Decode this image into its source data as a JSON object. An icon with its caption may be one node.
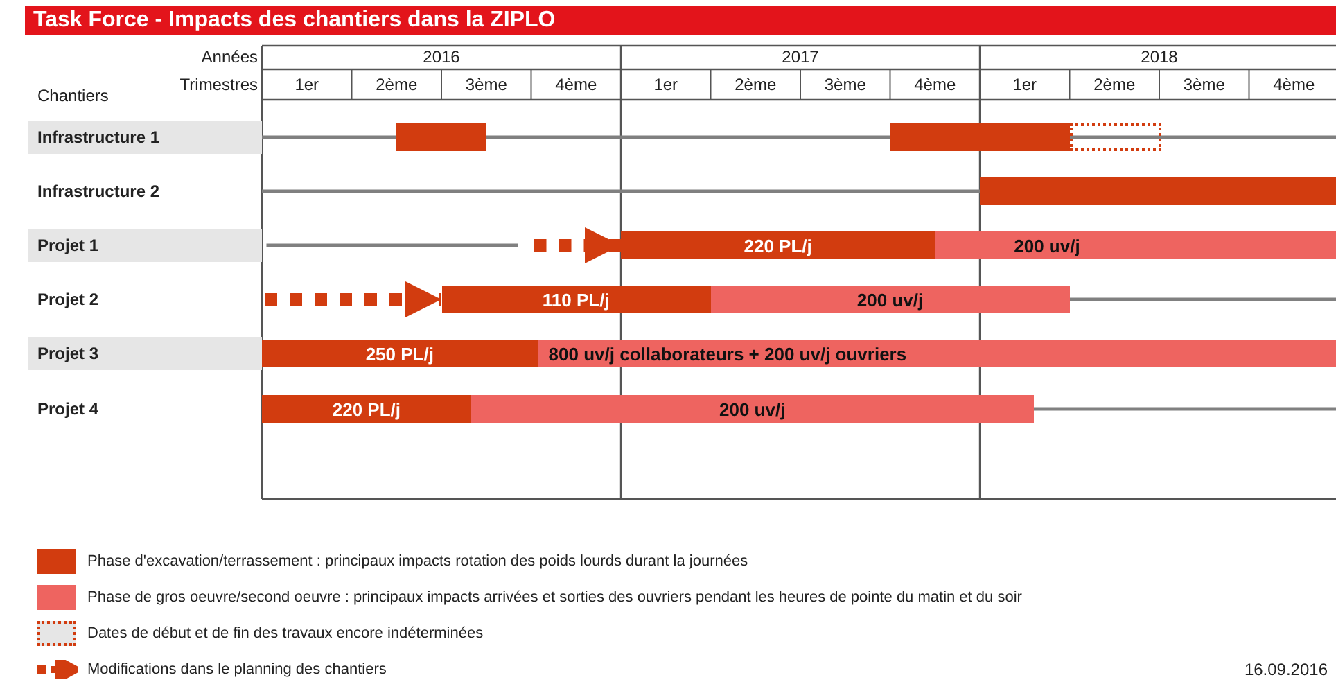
{
  "diagram": {
    "title": "Task Force - Impacts des chantiers dans la ZIPLO",
    "nodes": [
      {
        "text": [],
        "shape": "bar"
      },
      {
        "text": [],
        "shape": "bar"
      },
      {
        "text": [],
        "shape": "bar"
      },
      {
        "text": [],
        "shape": "bar"
      },
      {
        "text": [
          "220 PL/j"
        ]
      },
      {
        "text": [
          "200 uv/j"
        ]
      },
      {
        "text": [
          "110 PL/j"
        ]
      },
      {
        "text": [
          "200 uv/j"
        ]
      },
      {
        "text": [
          "250 PL/j"
        ]
      },
      {
        "text": [
          "800 uv/j collaborateurs + 200 uv/j ouvriers"
        ]
      },
      {
        "text": [
          "220 PL/j"
        ]
      },
      {
        "text": [
          "200 uv/j"
        ]
      }
    ],
    "edges": [
      {
        "from": null,
        "to": 4,
        "arrow": "to",
        "style": "dashed"
      },
      {
        "from": null,
        "to": 6,
        "arrow": "to",
        "style": "dashed"
      }
    ],
    "labels": [
      "Années",
      "2016",
      "2017",
      "2018",
      "Trimestres",
      "1er",
      "2ème",
      "3ème",
      "4ème",
      "1er",
      "2ème",
      "3ème",
      "4ème",
      "1er",
      "2ème",
      "3ème",
      "4ème",
      "Chantiers",
      "Infrastructure 1",
      "Infrastructure 2",
      "Projet 1",
      "Projet 2",
      "Projet 3",
      "Projet 4",
      "16.09.2016"
    ],
    "legend": [
      {
        "text": "Phase d'excavation/terrassement : principaux impacts rotation des poids lourds durant la journées",
        "color": "#d23c0f"
      },
      {
        "text": "Phase de gros oeuvre/second oeuvre : principaux impacts arrivées et sorties des ouvriers pendant les heures de pointe du matin et du soir",
        "color": "#ee6460"
      },
      {
        "text": "Dates de début et de fin des travaux encore indéterminées"
      },
      {
        "text": "Modifications dans le planning des chantiers"
      }
    ]
  }
}
